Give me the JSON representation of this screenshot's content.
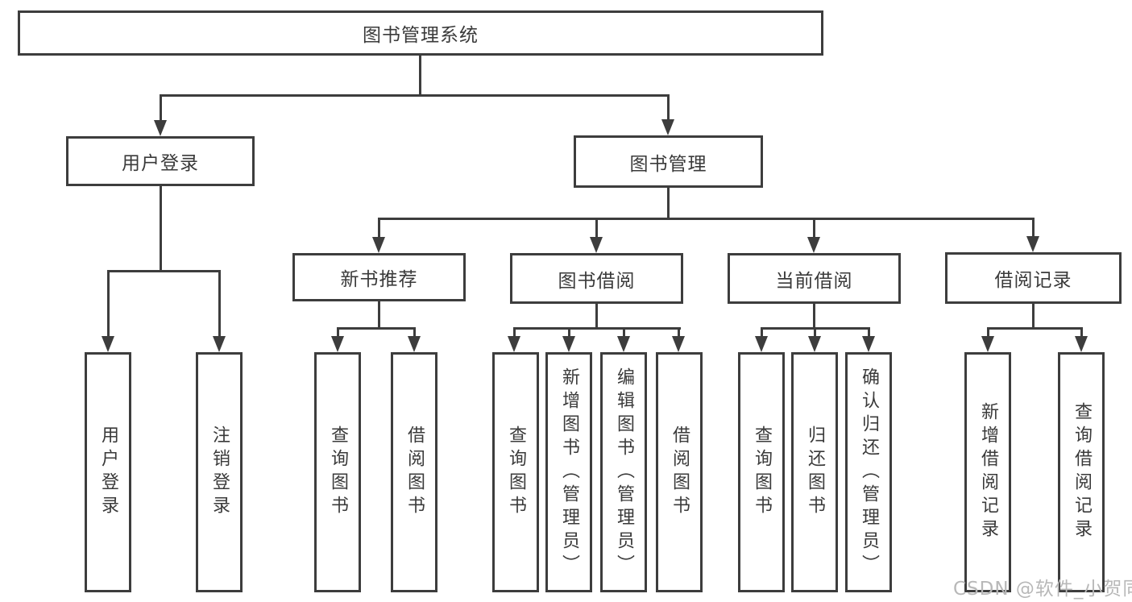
{
  "tree": {
    "label": "图书管理系统",
    "children": [
      {
        "label": "用户登录",
        "children": [
          {
            "label": "用户登录"
          },
          {
            "label": "注销登录"
          }
        ]
      },
      {
        "label": "图书管理",
        "children": [
          {
            "label": "新书推荐",
            "children": [
              {
                "label": "查询图书"
              },
              {
                "label": "借阅图书"
              }
            ]
          },
          {
            "label": "图书借阅",
            "children": [
              {
                "label": "查询图书"
              },
              {
                "label": "新增图书（管理员）"
              },
              {
                "label": "编辑图书（管理员）"
              },
              {
                "label": "借阅图书"
              }
            ]
          },
          {
            "label": "当前借阅",
            "children": [
              {
                "label": "查询图书"
              },
              {
                "label": "归还图书"
              },
              {
                "label": "确认归还（管理员）"
              }
            ]
          },
          {
            "label": "借阅记录",
            "children": [
              {
                "label": "新增借阅记录"
              },
              {
                "label": "查询借阅记录"
              }
            ]
          }
        ]
      }
    ]
  },
  "watermark": {
    "text": "CSDN @软件_小贺同学",
    "color": "#b8b8b8"
  },
  "colors": {
    "background": "#ffffff",
    "box_fill": "#ffffff",
    "box_border": "#3d3d3d",
    "connector": "#3d3d3d",
    "text": "#3a3a3a"
  }
}
